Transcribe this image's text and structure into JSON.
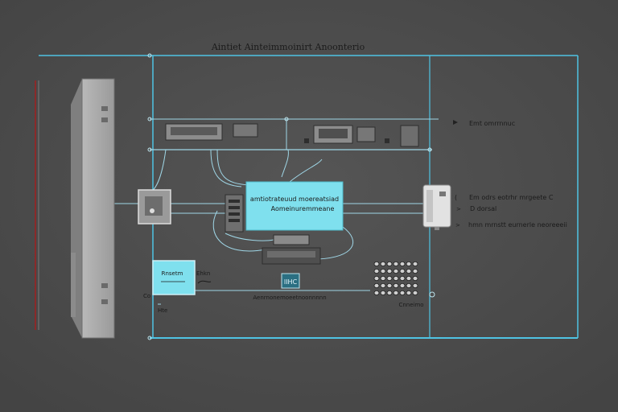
{
  "diagram": {
    "title": "Aintiet Ainteimmoinirt Anoonterio",
    "center_panel": {
      "line1": "amtiotrateuud moereatsiad",
      "line2": "Aomeinuremmeane"
    },
    "right_labels": {
      "top": "Emt omrrnnuc",
      "mid1": "Em odrs eotrhr mrgeete C",
      "mid2": "D dorsal",
      "mid3": "hmn mrnstt eurnerle neoreeeii"
    },
    "small_box_label": "Rnsetm",
    "left_labels": {
      "side": "Ehkn",
      "below": "Hte"
    },
    "bottom_center": {
      "chip": "IIHC",
      "caption": "Aenrnonemoeetnoonnnnn"
    },
    "keypad_caption": "Cnneimo",
    "colors": {
      "background": "#4a4a4a",
      "cyan_panel": "#7fe0ee",
      "wire": "#9fd6e6",
      "cabinet": "#a8a8a8",
      "rack_red": "#8a2a2a"
    }
  }
}
